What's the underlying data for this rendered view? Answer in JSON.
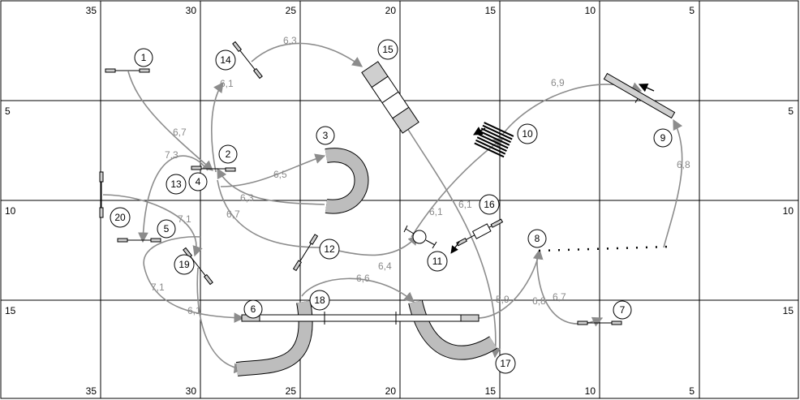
{
  "grid": {
    "top_labels": [
      "35",
      "30",
      "25",
      "20",
      "15",
      "10",
      "5"
    ],
    "bottom_labels": [
      "35",
      "30",
      "25",
      "20",
      "15",
      "10",
      "5"
    ],
    "left_labels": [
      "5",
      "10",
      "15"
    ],
    "right_labels": [
      "5",
      "10",
      "15"
    ]
  },
  "obstacles": {
    "n1": "1",
    "n2": "2",
    "n3": "3",
    "n4": "4",
    "n5": "5",
    "n6": "6",
    "n7": "7",
    "n8": "8",
    "n9": "9",
    "n10": "10",
    "n11": "11",
    "n12": "12",
    "n13": "13",
    "n14": "14",
    "n15": "15",
    "n16": "16",
    "n17": "17",
    "n18": "18",
    "n19": "19",
    "n20": "20"
  },
  "distances": {
    "d1": "6,7",
    "d2": "7,3",
    "d3": "6,5",
    "d4": "6,3",
    "d5": "6,1",
    "d6": "6,3",
    "d7": "6,7",
    "d8": "6,4",
    "d9": "6,1",
    "d10": "6,9",
    "d11": "6,8",
    "d12": "6,1",
    "d13": "5,9",
    "d14": "6,8",
    "d15": "6,7",
    "d16": "6,6",
    "d17": "7,1",
    "d18": "7,1",
    "d19": "6,1"
  },
  "colors": {
    "path": "#8c8c8c",
    "equipment_fill": "#cfcfcf",
    "tunnel_fill": "#bdbdbd",
    "grid": "#000000"
  }
}
